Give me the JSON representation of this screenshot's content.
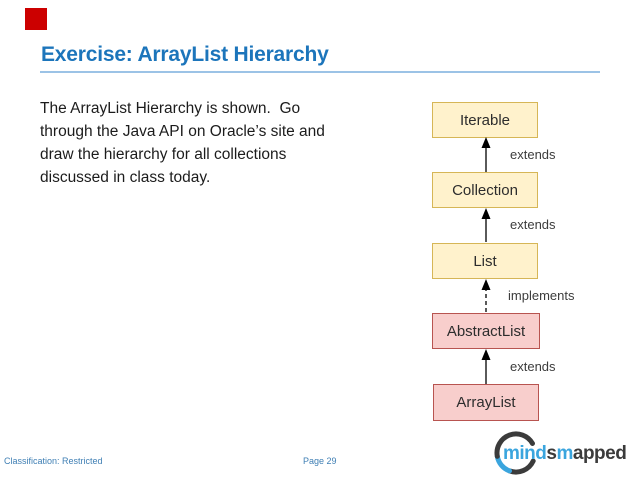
{
  "slide": {
    "title": "Exercise: ArrayList Hierarchy",
    "body_lines": [
      "The ArrayList Hierarchy is shown.  Go",
      "through the Java API on Oracle’s site and",
      "draw the hierarchy for all collections",
      "discussed in class today."
    ],
    "footer": {
      "classification": "Classification: Restricted",
      "page": "Page 29"
    }
  },
  "diagram": {
    "nodes": [
      {
        "id": "iterable",
        "label": "Iterable",
        "kind": "interface"
      },
      {
        "id": "collection",
        "label": "Collection",
        "kind": "interface"
      },
      {
        "id": "list",
        "label": "List",
        "kind": "interface"
      },
      {
        "id": "abstractlist",
        "label": "AbstractList",
        "kind": "class"
      },
      {
        "id": "arraylist",
        "label": "ArrayList",
        "kind": "class"
      }
    ],
    "edges": [
      {
        "from": "Collection",
        "to": "Iterable",
        "label": "extends",
        "style": "solid"
      },
      {
        "from": "List",
        "to": "Collection",
        "label": "extends",
        "style": "solid"
      },
      {
        "from": "AbstractList",
        "to": "List",
        "label": "implements",
        "style": "dashed"
      },
      {
        "from": "ArrayList",
        "to": "AbstractList",
        "label": "extends",
        "style": "solid"
      }
    ]
  },
  "logo": {
    "text_parts": [
      {
        "text": "mind"
      },
      {
        "text": "s"
      },
      {
        "text": "m"
      },
      {
        "text": "apped"
      }
    ]
  },
  "colors": {
    "title_blue": "#1C75BB",
    "title_rule_blue": "#9CC3E6",
    "interface_fill": "#FFF2CC",
    "interface_border": "#D6B656",
    "class_fill": "#F8CECC",
    "class_border": "#B85450",
    "footer_blue": "#3F7FB4",
    "logo_blue": "#3AA5DE",
    "logo_dark": "#3B3B3B",
    "red_square": "#CC0000",
    "arrow_black": "#000000"
  }
}
